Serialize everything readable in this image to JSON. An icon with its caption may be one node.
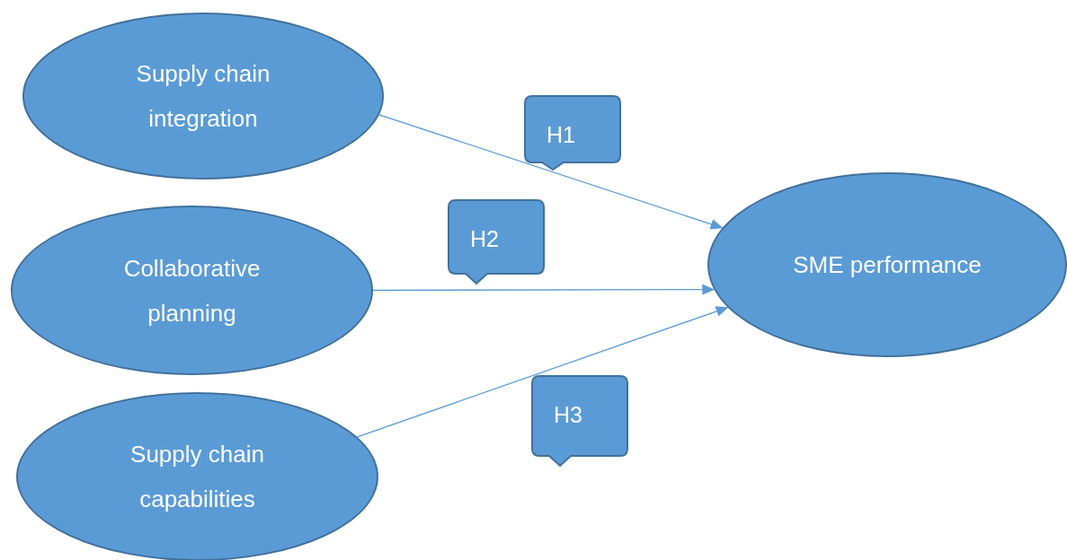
{
  "diagram": {
    "nodes": [
      {
        "text": [
          "Supply chain integration"
        ]
      },
      {
        "text": [
          "Collaborative planning"
        ]
      },
      {
        "text": [
          "Supply chain capabilities"
        ]
      },
      {
        "text": [
          "SME performance"
        ]
      },
      {
        "text": [
          "H1"
        ]
      },
      {
        "text": [
          "H2"
        ]
      },
      {
        "text": [
          "H3"
        ]
      }
    ],
    "edges": [
      {
        "from": 0,
        "to": 3,
        "arrow": "to"
      },
      {
        "from": 1,
        "to": 3,
        "arrow": "to"
      },
      {
        "from": 2,
        "to": 3,
        "arrow": "to"
      }
    ]
  }
}
